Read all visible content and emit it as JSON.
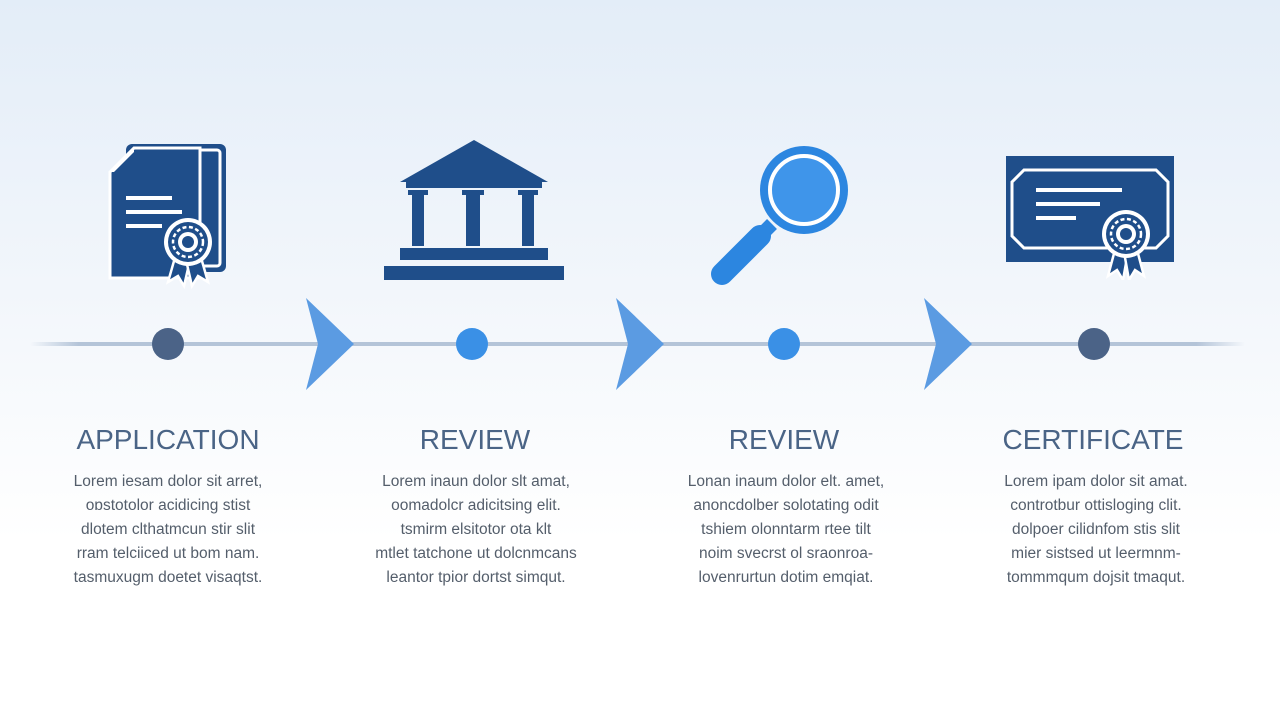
{
  "colors": {
    "dark_blue": "#1f4e8a",
    "bright_blue": "#2c86e0",
    "arrow_blue": "#5b9be2",
    "node_dark": "#4b6387",
    "node_bright": "#3a90e6",
    "line": "#b4c4d8"
  },
  "steps": [
    {
      "title": "APPLICATION",
      "icon": "document-with-seal-icon",
      "lines": [
        "Lorem iesam dolor sit arret,",
        "oɒstotolor acidicing stist",
        "dlotem clthatmcun stir slit",
        "rram telciiced ut bom nam.",
        "tasmuxugm doetet visaqtst."
      ]
    },
    {
      "title": "REVIEW",
      "icon": "bank-building-icon",
      "lines": [
        "Lorem inaun dolor slt amat,",
        "oomadolcr adicitsing elit.",
        "tsmirm elsitotor ota klt",
        "mtlet tatchone ut dolcnmcans",
        "leantor tpior dortst simqut."
      ]
    },
    {
      "title": "REVIEW",
      "icon": "magnifying-glass-icon",
      "lines": [
        "Lonan inaum dolor elt. amet,",
        "anoncdolber solotating odit",
        "tshiem olonntarm rtee tilt",
        "noim svecrst ol sraonroa-",
        "lovenrurtun dotim emqiat."
      ]
    },
    {
      "title": "CERTIFICATE",
      "icon": "certificate-with-ribbon-icon",
      "lines": [
        "Lorem ipam dolor sit amat.",
        "controtbur ottisloging clit.",
        "dolpoer cilidnfom stis slit",
        "mier sistsed ut leermnm-",
        "tommmqum dojsit tmaqut."
      ]
    }
  ]
}
